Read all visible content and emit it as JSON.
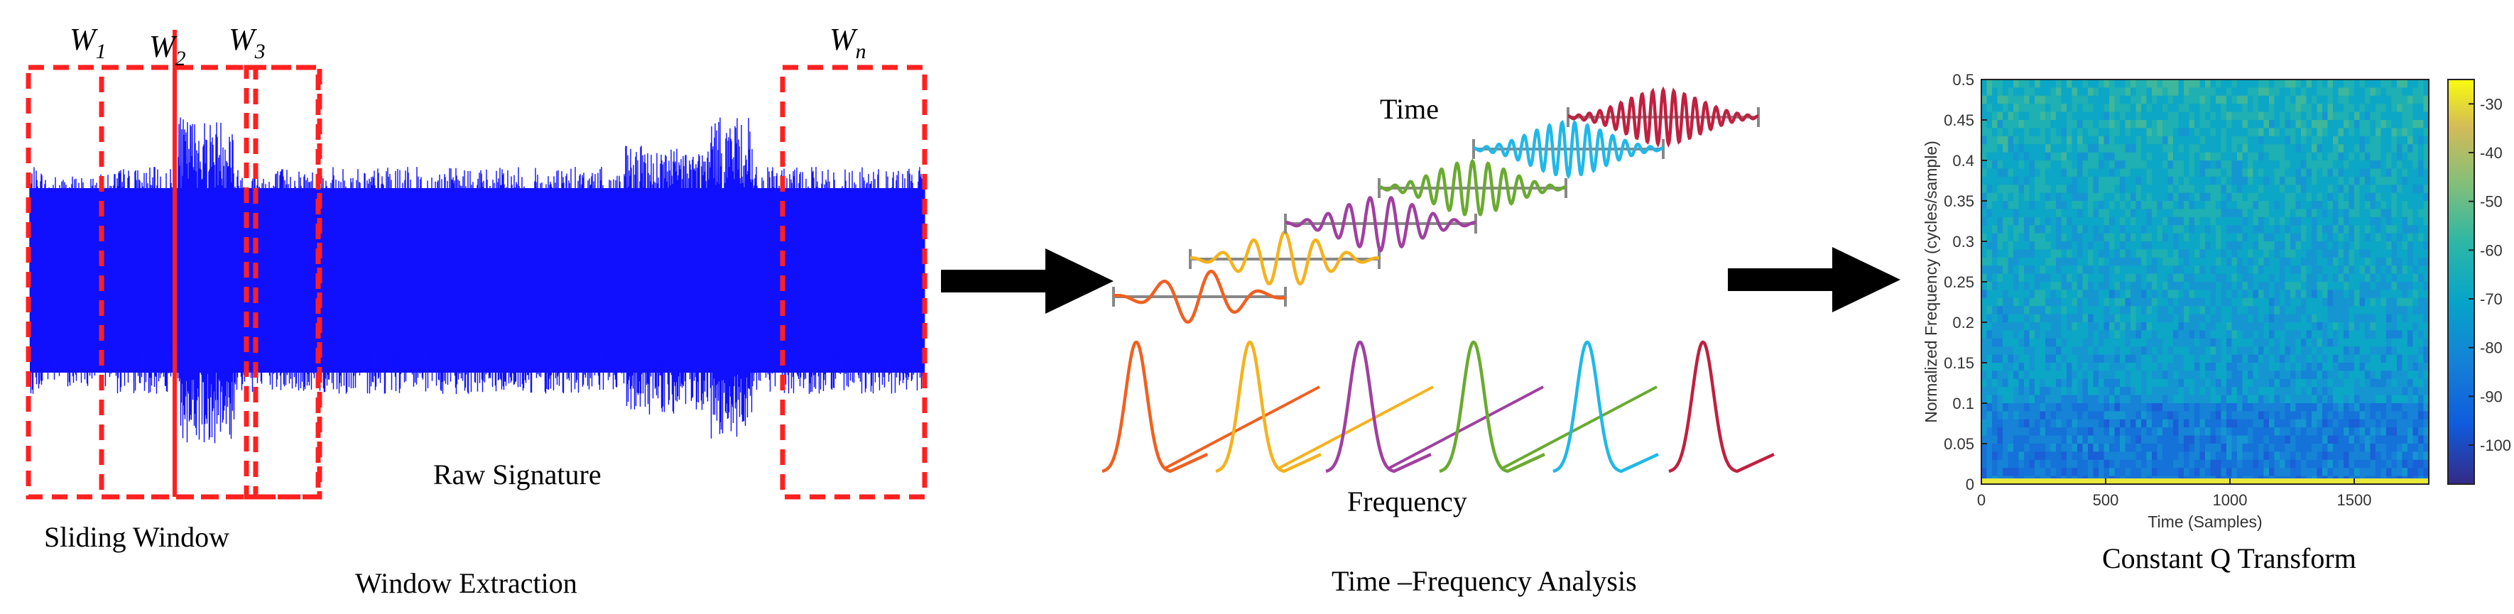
{
  "panel1": {
    "window_labels": [
      {
        "base": "W",
        "sub": "1"
      },
      {
        "base": "W",
        "sub": "2"
      },
      {
        "base": "W",
        "sub": "3"
      },
      {
        "base": "W",
        "sub": "n"
      }
    ],
    "signal_label": "Raw Signature",
    "sliding_label": "Sliding Window",
    "caption": "Window Extraction",
    "signal_color": "#1010ff",
    "window_color": "#ff2020"
  },
  "panel2": {
    "time_label": "Time",
    "frequency_label": "Frequency",
    "caption": "Time –Frequency Analysis",
    "wavelet_colors": [
      "#f06020",
      "#f5b21e",
      "#a040a0",
      "#6aaa30",
      "#20b8e8",
      "#c02040"
    ]
  },
  "panel3": {
    "caption": "Constant Q Transform",
    "chart_data": {
      "type": "heatmap",
      "xlabel": "Time (Samples)",
      "ylabel": "Normalized Frequency  (cycles/sample)",
      "xlim": [
        0,
        1800
      ],
      "ylim": [
        0,
        0.5
      ],
      "x_ticks": [
        "0",
        "500",
        "1000",
        "1500"
      ],
      "y_ticks": [
        "0",
        "0.05",
        "0.1",
        "0.15",
        "0.2",
        "0.25",
        "0.3",
        "0.35",
        "0.4",
        "0.45",
        "0.5"
      ],
      "colorbar_ticks": [
        "-30",
        "-40",
        "-50",
        "-60",
        "-70",
        "-80",
        "-90",
        "-100"
      ],
      "colorbar_range": [
        -108,
        -25
      ]
    }
  }
}
